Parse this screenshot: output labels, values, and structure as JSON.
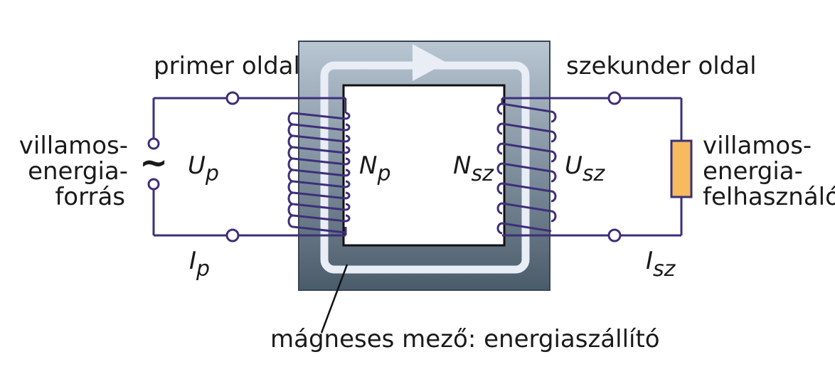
{
  "labels": {
    "primary_side": "primer oldal",
    "secondary_side": "szekunder oldal",
    "source_line1": "villamos-",
    "source_line2": "energia-",
    "source_line3": "forrás",
    "consumer_line1": "villamos-",
    "consumer_line2": "energia-",
    "consumer_line3": "felhasználó",
    "magnetic_field": "mágneses mező: energiaszállító",
    "ac_symbol": "~"
  },
  "symbols": {
    "u_primary": {
      "main": "U",
      "sub": "p"
    },
    "i_primary": {
      "main": "I",
      "sub": "p"
    },
    "n_primary": {
      "main": "N",
      "sub": "p"
    },
    "n_secondary": {
      "main": "N",
      "sub": "sz"
    },
    "u_secondary": {
      "main": "U",
      "sub": "sz"
    },
    "i_secondary": {
      "main": "I",
      "sub": "sz"
    }
  },
  "colors": {
    "wire": "#3d2f7a",
    "core_top": "#b9c6d3",
    "core_bottom": "#4a5b6a",
    "flux_path": "#e8edf6",
    "load": "#f5bb5e"
  }
}
